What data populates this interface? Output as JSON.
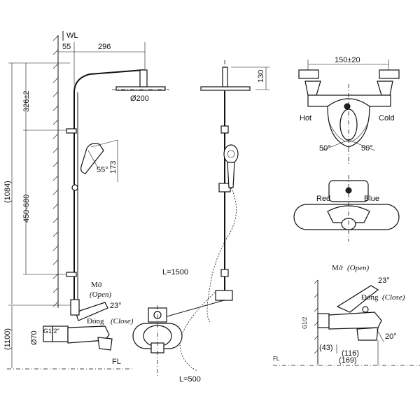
{
  "dimensions": {
    "wl": "WL",
    "wall_offset": "55",
    "arm_length": "296",
    "head_height": "326±2",
    "slide_range": "450-680",
    "total_height": "(1084)",
    "handshower_angle": "55°",
    "handshower_length": "173",
    "head_diameter": "Ø200",
    "head_drop": "130",
    "hose_length_main": "L=1500",
    "hose_length_short": "L=500",
    "floor_height": "(1100)",
    "body_diameter": "Ø70",
    "thread_left": "G1/2\"",
    "fl_left": "FL",
    "handle_spacing": "150±20",
    "swing_left": "50°",
    "swing_right": "50°",
    "angle_open_left": "23°",
    "angle_open_right": "23°",
    "thread_right": "G1/2",
    "depth_43": "(43)",
    "depth_116": "(116)",
    "depth_169": "(169)",
    "spout_angle": "20°",
    "fl_right": "FL"
  },
  "labels": {
    "open_vi": "Mở",
    "open_en": "(Open)",
    "close_vi": "Đóng",
    "close_en": "(Close)",
    "hot": "Hot",
    "cold": "Cold",
    "red": "Red",
    "blue": "Blue",
    "open_vi_right": "Mở",
    "open_en_right": "(Open)",
    "close_vi_right": "Đóng",
    "close_en_right": "(Close)"
  }
}
